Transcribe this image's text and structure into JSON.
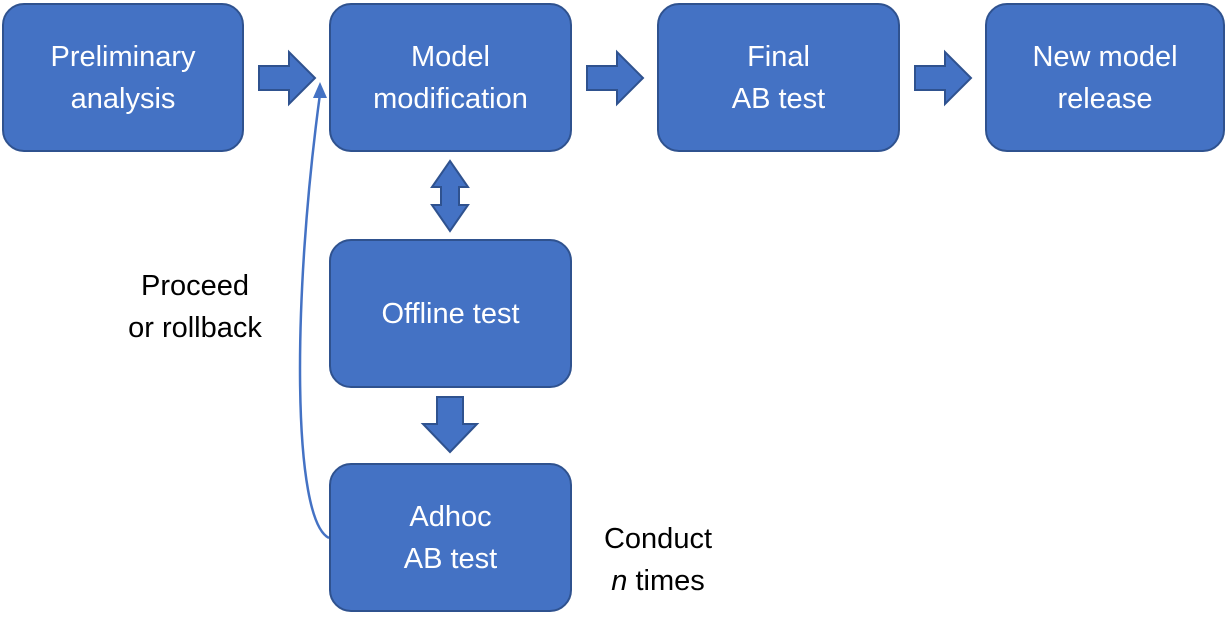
{
  "nodes": {
    "preliminary": {
      "line1": "Preliminary",
      "line2": "analysis"
    },
    "model_mod": {
      "line1": "Model",
      "line2": "modification"
    },
    "final_ab": {
      "line1": "Final",
      "line2": "AB test"
    },
    "release": {
      "line1": "New model",
      "line2": "release"
    },
    "offline": {
      "line1": "Offline test"
    },
    "adhoc": {
      "line1": "Adhoc",
      "line2": "AB test"
    }
  },
  "labels": {
    "proceed": {
      "line1": "Proceed",
      "line2": "or rollback"
    },
    "conduct": {
      "line1": "Conduct",
      "italic": "n",
      "rest": " times"
    }
  },
  "colors": {
    "box_fill": "#4472c4",
    "box_border": "#2f528f",
    "feedback_line": "#4472c4"
  }
}
